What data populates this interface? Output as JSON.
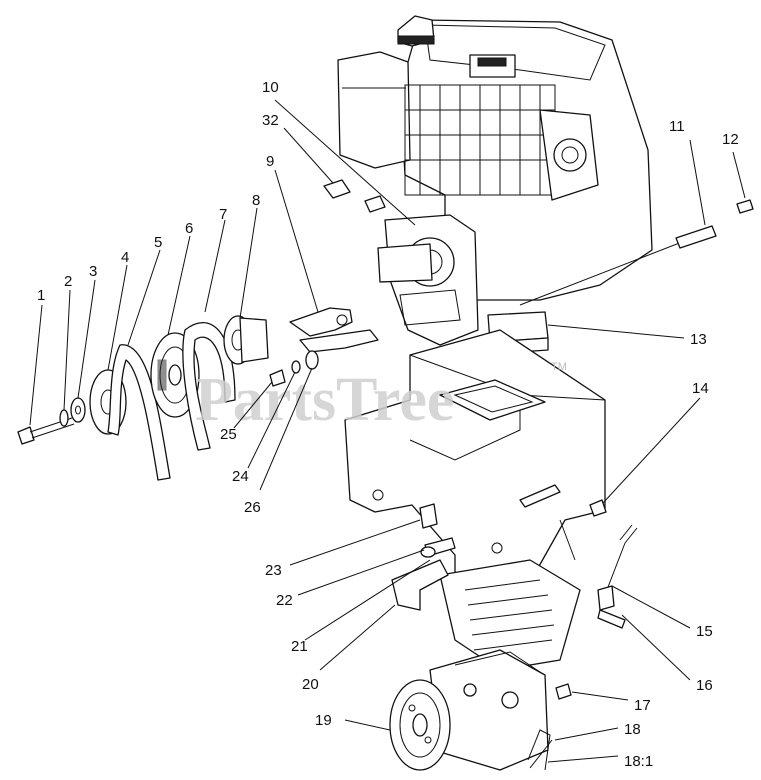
{
  "watermark": {
    "text": "PartsTree",
    "trademark": "TM"
  },
  "callouts": [
    {
      "id": "c1",
      "label": "1"
    },
    {
      "id": "c2",
      "label": "2"
    },
    {
      "id": "c3",
      "label": "3"
    },
    {
      "id": "c4",
      "label": "4"
    },
    {
      "id": "c5",
      "label": "5"
    },
    {
      "id": "c6",
      "label": "6"
    },
    {
      "id": "c7",
      "label": "7"
    },
    {
      "id": "c8",
      "label": "8"
    },
    {
      "id": "c9",
      "label": "9"
    },
    {
      "id": "c10",
      "label": "10"
    },
    {
      "id": "c11",
      "label": "11"
    },
    {
      "id": "c12",
      "label": "12"
    },
    {
      "id": "c13",
      "label": "13"
    },
    {
      "id": "c14",
      "label": "14"
    },
    {
      "id": "c15",
      "label": "15"
    },
    {
      "id": "c16",
      "label": "16"
    },
    {
      "id": "c17",
      "label": "17"
    },
    {
      "id": "c18",
      "label": "18"
    },
    {
      "id": "c181",
      "label": "18:1"
    },
    {
      "id": "c19",
      "label": "19"
    },
    {
      "id": "c20",
      "label": "20"
    },
    {
      "id": "c21",
      "label": "21"
    },
    {
      "id": "c22",
      "label": "22"
    },
    {
      "id": "c23",
      "label": "23"
    },
    {
      "id": "c24",
      "label": "24"
    },
    {
      "id": "c25",
      "label": "25"
    },
    {
      "id": "c26",
      "label": "26"
    },
    {
      "id": "c32",
      "label": "32"
    }
  ]
}
